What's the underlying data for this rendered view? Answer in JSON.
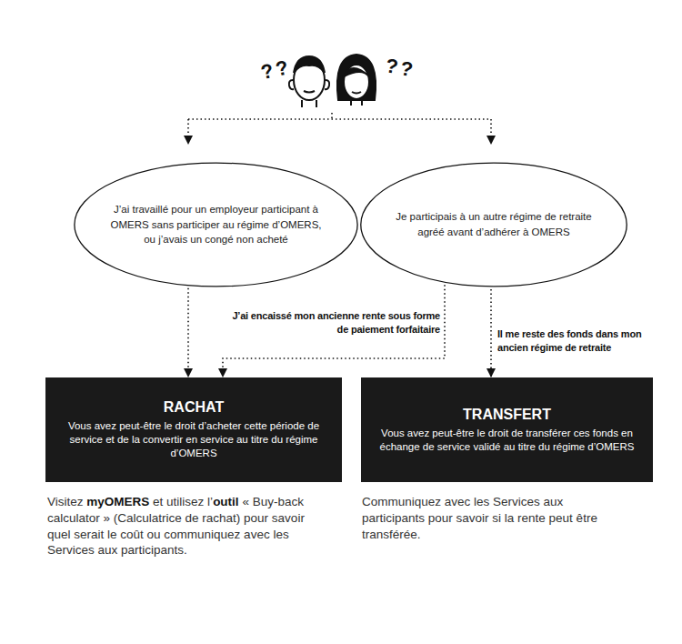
{
  "diagram": {
    "nodes": [
      {
        "text": [
          "J’ai travaillé pour un employeur participant à OMERS sans participer au régime d’OMERS, ou j’avais un congé non acheté"
        ]
      },
      {
        "text": [
          "Je participais à un autre régime de retraite agréé avant d’adhérer à OMERS"
        ]
      },
      {
        "text": [
          "RACHAT",
          "Vous avez peut-être le droit d’acheter cette période de service et de la convertir en service au titre du régime d’OMERS"
        ]
      },
      {
        "text": [
          "TRANSFERT",
          "Vous avez peut-être le droit de transférer ces fonds en échange de service validé au titre du régime d’OMERS"
        ]
      }
    ],
    "edges": [
      {
        "from": 0,
        "to": 2,
        "arrow": "to"
      },
      {
        "from": 1,
        "to": 2,
        "label": "J’ai encaissé mon ancienne rente sous forme de paiement forfaitaire",
        "arrow": "to"
      },
      {
        "from": 1,
        "to": 3,
        "label": "Il me reste des fonds dans mon ancien régime de retraite",
        "arrow": "to"
      }
    ],
    "labels": [
      "??",
      "??",
      "Visitez",
      "myOMERS",
      "et utilisez l’",
      "outil",
      "« Buy-back calculator » (Calculatrice de rachat) pour savoir quel serait le coût ou communiquez avec les Services aux participants.",
      "Communiquez avec les Services aux participants pour savoir si la rente peut être transférée."
    ]
  }
}
